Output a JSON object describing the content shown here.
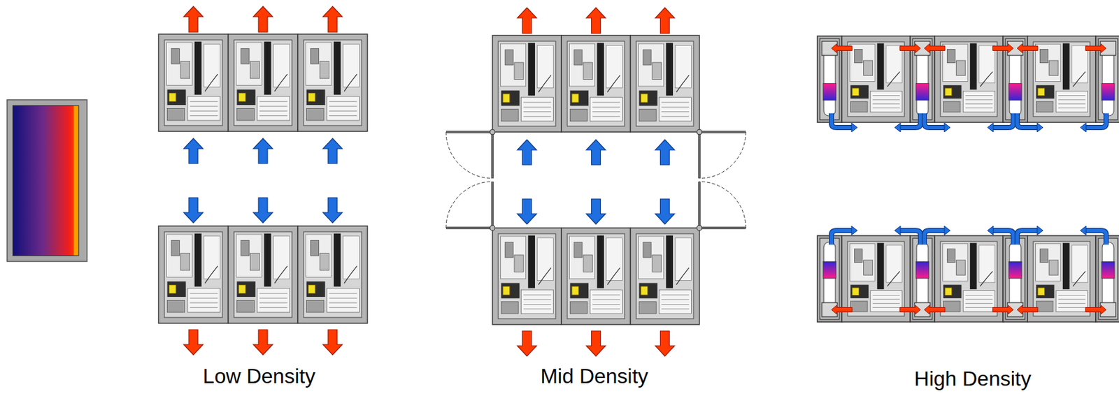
{
  "diagram": {
    "labels": [
      "Low Density",
      "Mid Density",
      "High Density"
    ]
  }
}
